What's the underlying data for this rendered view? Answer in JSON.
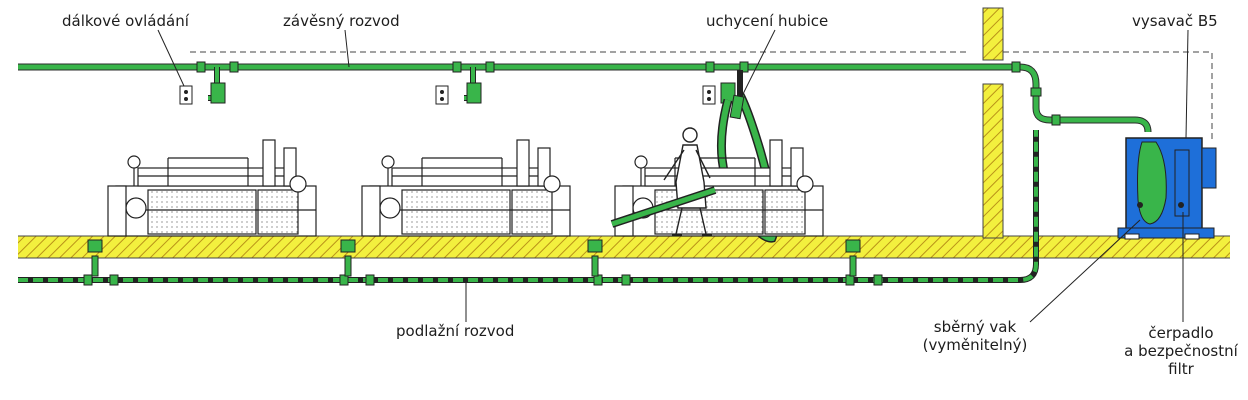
{
  "labels": {
    "remote": "dálkové ovládání",
    "hanging": "závěsný rozvod",
    "nozzle_holder": "uchycení hubice",
    "vacuum": "vysavač B5",
    "floor": "podlažní rozvod",
    "bag_line1": "sběrný vak",
    "bag_line2": "(vyměnitelný)",
    "pump_line1": "čerpadlo",
    "pump_line2": "a bezpečnostní",
    "pump_line3": "filtr"
  },
  "colors": {
    "pipe": "#39b54a",
    "pipe_dark": "#1f7a2e",
    "floor": "#f2ef3c",
    "hatch": "#c9a21c",
    "unit": "#1e6fd9",
    "outline": "#222222"
  }
}
